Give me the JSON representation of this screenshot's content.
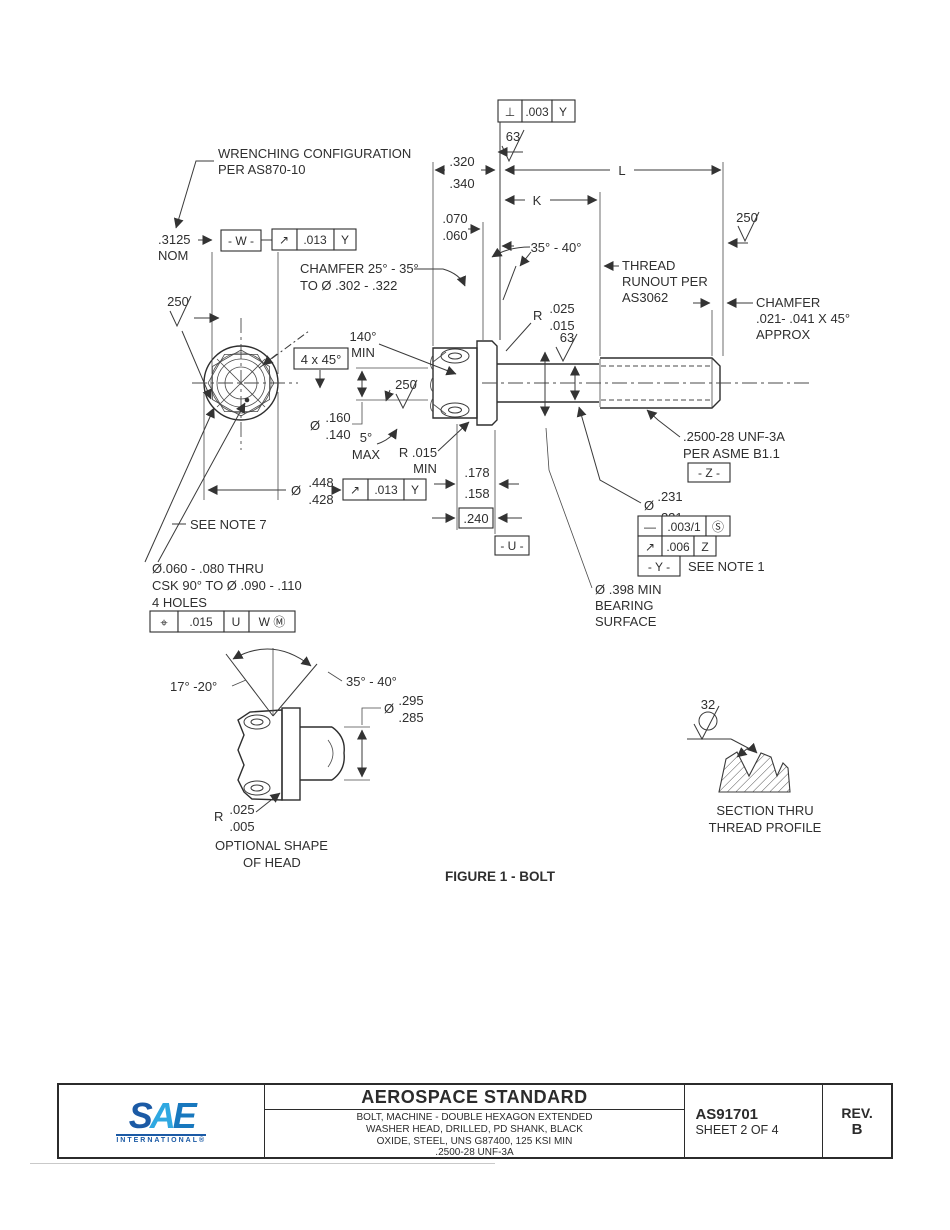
{
  "drawing": {
    "fcf_perp": {
      "sym": "⊥",
      "tol": ".003",
      "datum": "Y"
    },
    "finish_top": "63",
    "wrench_note1": "WRENCHING CONFIGURATION",
    "wrench_note2": "PER  AS870-10",
    "across_flats": ".3125",
    "across_flats_qual": "NOM",
    "datum_w": "- W -",
    "fcf_head_runout": {
      "sym": "↗",
      "tol": ".013",
      "datum": "Y"
    },
    "chamfer_head1": "CHAMFER 25° - 35°",
    "chamfer_head2": "TO Ø .302 - .322",
    "finish_left": "250",
    "head_height_hi": ".320",
    "head_height_lo": ".340",
    "dim_L": "L",
    "dim_K": "K",
    "flange_thk_hi": ".070",
    "flange_thk_lo": ".060",
    "flange_angle": "35° - 40°",
    "runout_note1": "THREAD",
    "runout_note2": "RUNOUT PER",
    "runout_note3": "AS3062",
    "finish_right": "250",
    "chamfer_end1": "CHAMFER",
    "chamfer_end2": ".021- .041 X 45°",
    "chamfer_end3": "APPROX",
    "fillet_r": "R",
    "fillet_hi": ".025",
    "fillet_lo": ".015",
    "finish_shank": "63",
    "head_angle": "140°",
    "head_angle_qual": "MIN",
    "corner_chamfer": "4 x 45°",
    "finish_mid": "250",
    "hole_dia_sym": "Ø",
    "hole_dia_hi": ".160",
    "hole_dia_lo": ".140",
    "taper_angle": "5°",
    "taper_qual": "MAX",
    "fillet2": "R .015",
    "fillet2_qual": "MIN",
    "wrench_ht_hi": ".178",
    "wrench_ht_lo": ".158",
    "basic_240": ".240",
    "datum_u": "- U -",
    "flange_dia_sym": "Ø",
    "flange_dia_hi": ".448",
    "flange_dia_lo": ".428",
    "fcf_flange": {
      "sym": "↗",
      "tol": ".013",
      "datum": "Y"
    },
    "note7": "SEE NOTE 7",
    "holes1": "Ø.060 - .080 THRU",
    "holes2": "CSK 90° TO  Ø .090 - .110",
    "holes3": "4 HOLES",
    "fcf_holes": {
      "sym": "⌖",
      "tol": ".015",
      "d1": "U",
      "d2": "W Ⓜ"
    },
    "thread1": ".2500-28 UNF-3A",
    "thread2": "PER ASME B1.1",
    "datum_z": "- Z -",
    "pd_sym": "Ø",
    "pd_hi": ".231",
    "pd_lo": ".221",
    "fcf_straight": {
      "sym": "—",
      "tol": ".003/1",
      "mod": "Ⓢ"
    },
    "fcf_runout2": {
      "sym": "↗",
      "tol": ".006",
      "datum": "Z"
    },
    "datum_y": "- Y -",
    "note1": "SEE NOTE 1",
    "bearing1": "Ø .398 MIN",
    "bearing2": "BEARING",
    "bearing3": "SURFACE"
  },
  "optional_head": {
    "angle_left": "17° -20°",
    "angle_right": "35° - 40°",
    "dia_sym": "Ø",
    "dia_hi": ".295",
    "dia_lo": ".285",
    "r": "R",
    "r_hi": ".025",
    "r_lo": ".005",
    "cap1": "OPTIONAL SHAPE",
    "cap2": "OF HEAD"
  },
  "thread_section": {
    "finish": "32",
    "cap1": "SECTION THRU",
    "cap2": "THREAD PROFILE"
  },
  "figure_caption": "FIGURE 1 - BOLT",
  "title_block": {
    "logo_s": "S",
    "logo_a": "A",
    "logo_e": "E",
    "logo_sub": "INTERNATIONAL®",
    "title": "AEROSPACE STANDARD",
    "desc1": "BOLT, MACHINE - DOUBLE HEXAGON EXTENDED",
    "desc2": "WASHER HEAD, DRILLED, PD SHANK, BLACK",
    "desc3": "OXIDE, STEEL, UNS G87400, 125 KSI MIN",
    "desc4": ".2500-28 UNF-3A",
    "doc_number": "AS91701",
    "sheet": "SHEET 2 OF 4",
    "rev_label": "REV.",
    "rev_value": "B"
  },
  "colors": {
    "line": "#3a3a3a",
    "logo_dark": "#1b5aa5",
    "logo_light": "#2fa8e1",
    "logo_mid": "#1878be"
  }
}
